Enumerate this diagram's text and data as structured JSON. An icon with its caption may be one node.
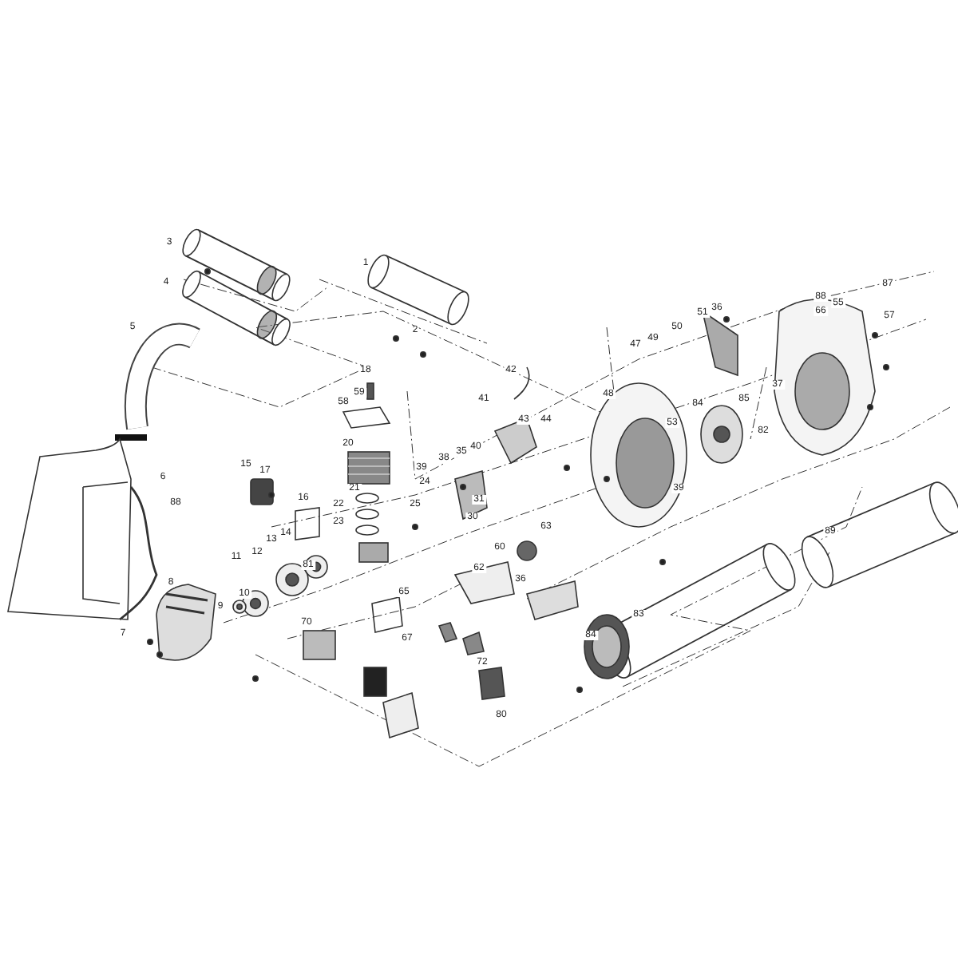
{
  "diagram": {
    "labels": [
      "3",
      "1",
      "4",
      "87",
      "88",
      "55",
      "36",
      "51",
      "66",
      "57",
      "5",
      "50",
      "2",
      "49",
      "47",
      "42",
      "18",
      "37",
      "59",
      "48",
      "58",
      "41",
      "85",
      "84",
      "43",
      "44",
      "53",
      "82",
      "40",
      "20",
      "35",
      "38",
      "39",
      "15",
      "17",
      "6",
      "24",
      "21",
      "39",
      "16",
      "31",
      "22",
      "88",
      "25",
      "30",
      "23",
      "89",
      "14",
      "13",
      "63",
      "60",
      "12",
      "11",
      "81",
      "62",
      "36",
      "8",
      "65",
      "10",
      "9",
      "83",
      "70",
      "7",
      "84",
      "67",
      "72",
      "80"
    ]
  }
}
